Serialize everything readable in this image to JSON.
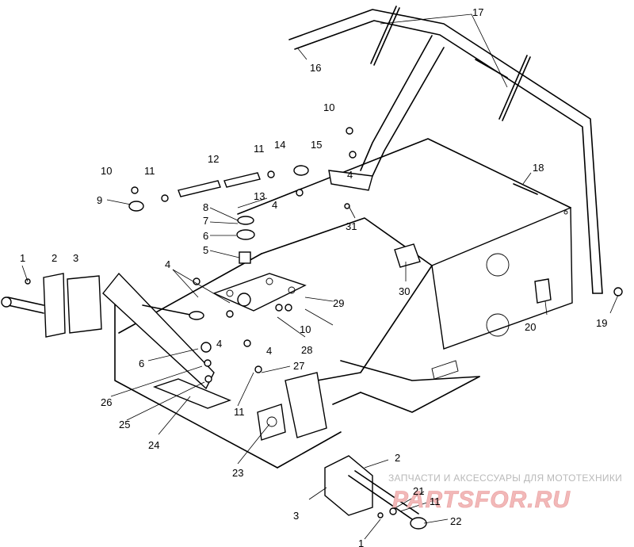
{
  "callouts": {
    "c1a": "1",
    "c1b": "1",
    "c2a": "2",
    "c2b": "2",
    "c3a": "3",
    "c3b": "3",
    "c4a": "4",
    "c4b": "4",
    "c4c": "4",
    "c4d": "4",
    "c4e": "4",
    "c5": "5",
    "c6a": "6",
    "c6b": "6",
    "c7": "7",
    "c8": "8",
    "c9": "9",
    "c10a": "10",
    "c10b": "10",
    "c10c": "10",
    "c11a": "11",
    "c11b": "11",
    "c11c": "11",
    "c11d": "11",
    "c12": "12",
    "c13": "13",
    "c14": "14",
    "c15": "15",
    "c16": "16",
    "c17": "17",
    "c18": "18",
    "c19": "19",
    "c20": "20",
    "c21": "21",
    "c22": "22",
    "c23": "23",
    "c24": "24",
    "c25": "25",
    "c26": "26",
    "c27": "27",
    "c28": "28",
    "c29": "29",
    "c30": "30",
    "c31": "31"
  },
  "watermark": {
    "tagline": "ЗАПЧАСТИ И АКСЕССУАРЫ ДЛЯ МОТОТЕХНИКИ",
    "logo": "PARTSFOR.RU"
  }
}
